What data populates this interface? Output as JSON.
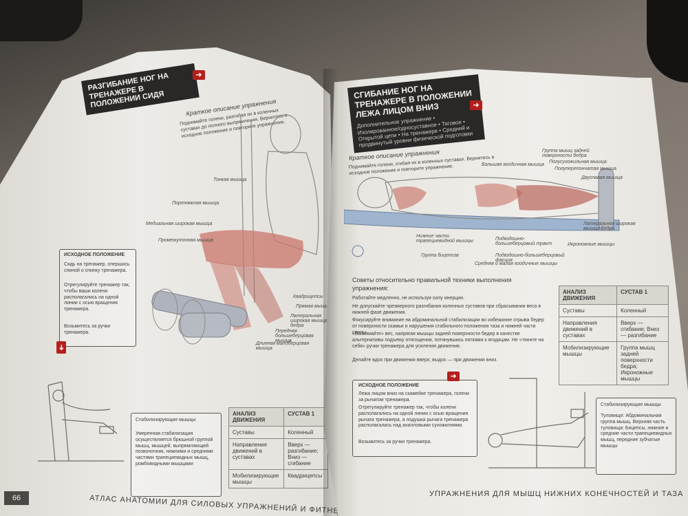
{
  "left_page": {
    "title": "РАЗГИБАНИЕ НОГ НА ТРЕНАЖЕРЕ В ПОЛОЖЕНИИ СИДЯ",
    "brief_heading": "Краткое описание упражнения",
    "brief_text": "Поднимайте голени, разгибая их в коленных суставах до полного выпрямления. Вернитесь в исходное положение и повторите упражнение.",
    "muscle_labels": [
      "Тонкая мышца",
      "Портняжная мышца",
      "Медиальная широкая мышца",
      "Промежуточная мышца",
      "Квадрицепсы",
      "Прямая мышца бедра",
      "Латеральная широкая мышца бедра",
      "Передняя большеберцовая мышца",
      "Длинная малоберцовая мышца"
    ],
    "start_heading": "ИСХОДНОЕ ПОЛОЖЕНИЕ",
    "start_items": [
      "Сядь на тренажер, опершись спиной о спинку тренажера.",
      "Отрегулируйте тренажер так, чтобы ваши колени располагались на одной линии с осью вращения тренажера.",
      "Возьмитесь за ручки тренажера."
    ],
    "stab_heading": "Стабилизирующие мышцы",
    "stab_text": "Умеренная стабилизация осуществляется брюшной группой мышц, мышцей, выпрямляющей позвоночник, нижними и средними частями трапециевидных мышц, ромбовидными мышцами",
    "table": {
      "col1": "АНАЛИЗ ДВИЖЕНИЯ",
      "col2": "СУСТАВ 1",
      "rows": [
        [
          "Суставы",
          "Коленный"
        ],
        [
          "Направления движений в суставах",
          "Вверх — разгибание; Вниз — сгибание"
        ],
        [
          "Мобилизирующие мышцы",
          "Квадрицепсы"
        ]
      ]
    },
    "page_number": "66",
    "footer": "АТЛАС АНАТОМИИ ДЛЯ СИЛОВЫХ УПРАЖНЕНИЙ И ФИТНЕСА"
  },
  "right_page": {
    "title": "СГИБАНИЕ НОГ НА ТРЕНАЖЕРЕ В ПОЛОЖЕНИИ ЛЕЖА ЛИЦОМ ВНИЗ",
    "subtitle": "Дополнительное упражнение • Изолированное/односуставное • Тяговое • Открытой цепи • На тренажере • Средний и продвинутый уровни физической подготовки",
    "brief_heading": "Краткое описание упражнения",
    "brief_text": "Поднимайте голени, сгибая их в коленных суставах. Вернитесь в исходное положение и повторите упражнение.",
    "muscle_labels": [
      "Группа мышц задней поверхности бедра",
      "Полусухожильная мышца",
      "Большая ягодичная мышца",
      "Полуперепончатая мышца",
      "Двуглавая мышца",
      "Нижние части трапециевидной мышцы",
      "Подвздошно-большеберцовый тракт",
      "Латеральная широкая мышца бедра",
      "Икроножные мышцы",
      "Группа бицепсов",
      "Подвздошно-большеберцовый фасция",
      "Средняя и малая ягодичные мышцы"
    ],
    "tips_heading": "Советы относительно правильной техники выполнения упражнения:",
    "tips": [
      "Работайте медленно, не используя силу инерции.",
      "Не допускайте чрезмерного разгибания коленных суставов при сбрасывании веса в нижней фазе движения.",
      "Фокусируйте внимание на абдоминальной стабилизации во избежание отрыва бедер от поверхности скамьи и нарушения стабильного положения таза и нижней части спины.",
      "«Выжимайте» вес, напрягая мышцы задней поверхности бедер в качестве альтернативы подъему отягощения, потянувшись пятками к ягодицам. Не «тяните на себя» ручки тренажера для усиления движения.",
      "Делайте вдох при движении вверх; выдох — при движении вниз."
    ],
    "start_heading": "ИСХОДНОЕ ПОЛОЖЕНИЕ",
    "start_items": [
      "Лежа лицом вниз на скамейке тренажера, голени за рычагом тренажера.",
      "Отрегулируйте тренажер так, чтобы колени располагались на одной линии с осью вращения рычага тренажера, а подушка рычага тренажера располагалась над ахилловыми сухожилиями.",
      "Возьмитесь за ручки тренажера."
    ],
    "table": {
      "col1": "АНАЛИЗ ДВИЖЕНИЯ",
      "col2": "СУСТАВ 1",
      "rows": [
        [
          "Суставы",
          "Коленный"
        ],
        [
          "Направления движений в суставах",
          "Вверх — сгибание; Вниз — разгибание"
        ],
        [
          "Мобилизирующие мышцы",
          "Группа мышц задней поверхности бедра; Икроножные мышцы"
        ]
      ]
    },
    "stab_heading": "Стабилизирующие мышцы",
    "stab_text": "Туловище: Абдоминальная группа мышц. Верхняя часть туловища: Бицепсы, нижние и средние части трапециевидных мышц, передние зубчатые мышцы",
    "footer": "УПРАЖНЕНИЯ ДЛЯ МЫШЦ НИЖНИХ КОНЕЧНОСТЕЙ И ТАЗА"
  },
  "colors": {
    "title_bg": "#2a2827",
    "accent_red": "#b3201c",
    "muscle": "#c9766a"
  },
  "icons": [
    "arrow-right-icon",
    "arrow-down-icon"
  ]
}
